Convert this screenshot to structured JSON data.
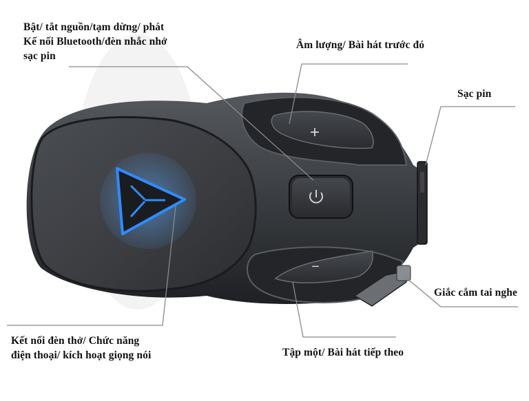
{
  "labels": {
    "power": [
      "Bật/ tắt nguồn/tạm dừng/ phát",
      "Kế nối Bluetooth/đèn nhắc nhở",
      "sạc pin"
    ],
    "volume_up": "Âm lượng/ Bài hát trước đó",
    "charging": "Sạc pin",
    "headphone_jack": "Giắc cắm tai nghe",
    "volume_down": "Tập một/ Bài hát tiếp theo",
    "light": [
      "Kết nối đèn thở/ Chức năng",
      "điện thoại/ kích hoạt giọng nói"
    ]
  },
  "buttons": {
    "plus_symbol": "+",
    "minus_symbol": "−"
  },
  "colors": {
    "body_dark": "#2b2d31",
    "body_shell": "#3c3f44",
    "led_blue": "#2f8cff",
    "leader_line": "#8a8a8a"
  }
}
